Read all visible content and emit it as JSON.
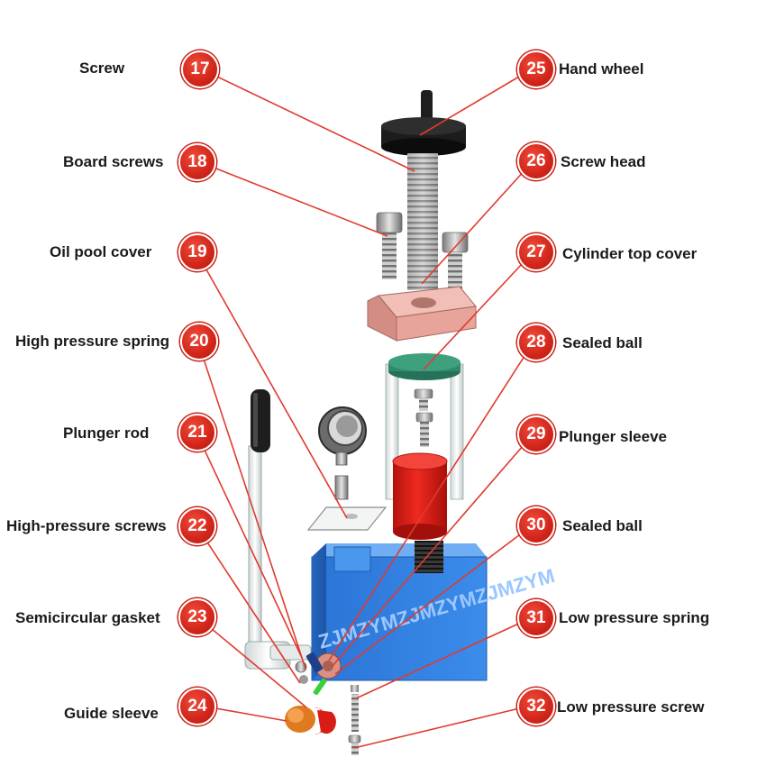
{
  "colors": {
    "callout_red": "#d2251a",
    "leader_line": "#e03a2e",
    "pump_body_blue": "#2f7fe0",
    "cover_pink": "#e8a49a",
    "cylinder_red": "#d81d16",
    "seal_green": "#2f8a6a",
    "guide_orange": "#e07a20",
    "hand_wheel_black": "#1a1a1a"
  },
  "watermark": "ZJMZYMZJMZYMZJMZYM",
  "callouts": [
    {
      "number": "17",
      "label": "Screw",
      "side": "left"
    },
    {
      "number": "18",
      "label": "Board screws",
      "side": "left"
    },
    {
      "number": "19",
      "label": "Oil pool cover",
      "side": "left"
    },
    {
      "number": "20",
      "label": "High pressure spring",
      "side": "left"
    },
    {
      "number": "21",
      "label": "Plunger rod",
      "side": "left"
    },
    {
      "number": "22",
      "label": "High-pressure screws",
      "side": "left"
    },
    {
      "number": "23",
      "label": "Semicircular gasket",
      "side": "left"
    },
    {
      "number": "24",
      "label": "Guide sleeve",
      "side": "left"
    },
    {
      "number": "25",
      "label": "Hand wheel",
      "side": "right"
    },
    {
      "number": "26",
      "label": "Screw head",
      "side": "right"
    },
    {
      "number": "27",
      "label": "Cylinder top cover",
      "side": "right"
    },
    {
      "number": "28",
      "label": "Sealed ball",
      "side": "right"
    },
    {
      "number": "29",
      "label": "Plunger sleeve",
      "side": "right"
    },
    {
      "number": "30",
      "label": "Sealed ball",
      "side": "right"
    },
    {
      "number": "31",
      "label": "Low pressure spring",
      "side": "right"
    },
    {
      "number": "32",
      "label": "Low pressure screw",
      "side": "right"
    }
  ]
}
